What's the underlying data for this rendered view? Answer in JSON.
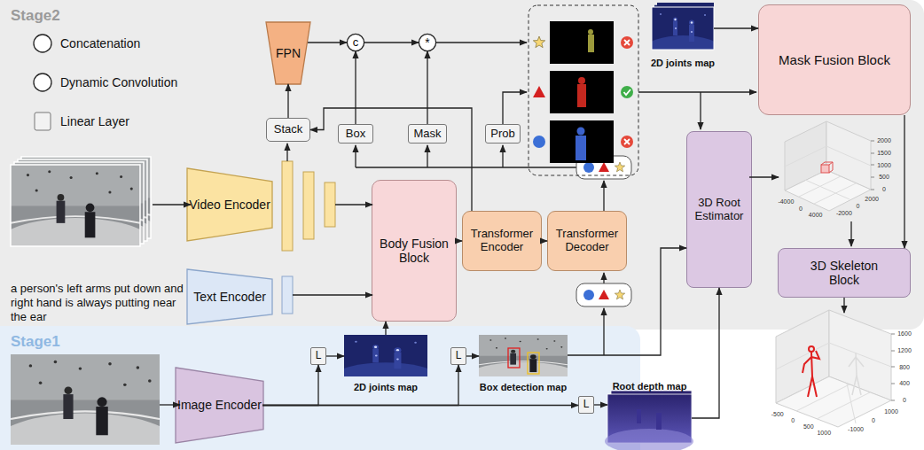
{
  "diagram": {
    "nodes": [
      {
        "text": [
          "Stage2"
        ]
      },
      {
        "text": [
          "FPN"
        ],
        "in": 0
      },
      {
        "text": [
          "c"
        ],
        "in": 0
      },
      {
        "text": [
          "*"
        ],
        "in": 0
      },
      {
        "text": [
          "Box"
        ],
        "in": 0
      },
      {
        "text": [
          "Mask"
        ],
        "in": 0
      },
      {
        "text": [
          "Prob"
        ],
        "in": 0
      },
      {
        "text": [
          "Stack"
        ],
        "in": 0
      },
      {
        "text": [
          "Video Encoder"
        ],
        "in": 0
      },
      {
        "text": [
          "Text Encoder"
        ],
        "in": 0
      },
      {
        "text": [
          "Body Fusion Block"
        ],
        "in": 0
      },
      {
        "text": [
          "Transformer Encoder"
        ],
        "in": 0
      },
      {
        "text": [
          "Transformer Decoder"
        ],
        "in": 0
      },
      {
        "text": [
          "2D joints map"
        ],
        "in": 0
      },
      {
        "text": [
          "Mask Fusion Block"
        ],
        "in": 0
      },
      {
        "text": [
          "3D Root Estimator"
        ],
        "in": 0
      },
      {
        "text": [
          "3D Skeleton Block"
        ],
        "in": 0
      },
      {
        "text": [
          "Stage1"
        ]
      },
      {
        "text": [
          "Image Encoder"
        ],
        "in": 17
      },
      {
        "text": [
          "L"
        ],
        "in": 17
      },
      {
        "text": [
          "L"
        ],
        "in": 17
      },
      {
        "text": [
          "L"
        ],
        "in": 17
      },
      {
        "text": [
          "2D joints map"
        ],
        "in": 17
      },
      {
        "text": [
          "Box detection map"
        ],
        "in": 17
      },
      {
        "text": [
          "Root depth map"
        ],
        "in": 17
      }
    ],
    "edges": [
      {
        "from": 10,
        "to": 11,
        "arrow": "to"
      },
      {
        "from": 11,
        "to": 12,
        "arrow": "to"
      },
      {
        "from": 11,
        "to": 7,
        "arrow": "to"
      },
      {
        "from": 7,
        "to": 1,
        "arrow": "to"
      },
      {
        "from": 1,
        "to": 2,
        "arrow": "to"
      },
      {
        "from": 4,
        "to": 2,
        "arrow": "to"
      },
      {
        "from": 5,
        "to": 3,
        "arrow": "to"
      },
      {
        "from": 2,
        "to": 3,
        "arrow": "to"
      },
      {
        "from": 13,
        "to": 14,
        "arrow": "to"
      },
      {
        "from": 14,
        "to": 16,
        "arrow": "to"
      },
      {
        "from": 23,
        "to": 15,
        "arrow": "to"
      },
      {
        "from": 24,
        "to": 15,
        "arrow": "to"
      },
      {
        "from": 18,
        "to": 19,
        "arrow": "to"
      },
      {
        "from": 18,
        "to": 20,
        "arrow": "to"
      },
      {
        "from": 18,
        "to": 21,
        "arrow": "to"
      },
      {
        "from": 19,
        "to": 22,
        "arrow": "to"
      },
      {
        "from": 20,
        "to": 23,
        "arrow": "to"
      },
      {
        "from": 21,
        "to": 24,
        "arrow": "to"
      },
      {
        "from": 22,
        "to": 10,
        "arrow": "to"
      }
    ],
    "labels": [
      "c",
      "*",
      "L",
      "a person's left arms put down and right hand is always putting near the ear",
      "2000",
      "1500",
      "1000",
      "500",
      "0",
      "2000",
      "0",
      "-2000",
      "-4000",
      "0",
      "4000",
      "1600",
      "1200",
      "800",
      "400",
      "0",
      "-500",
      "0",
      "500",
      "1000",
      "1000",
      "0",
      "-1000"
    ],
    "legend": [
      {
        "text": "Concatenation"
      },
      {
        "text": "Dynamic Convolution"
      },
      {
        "text": "Linear Layer"
      }
    ]
  }
}
